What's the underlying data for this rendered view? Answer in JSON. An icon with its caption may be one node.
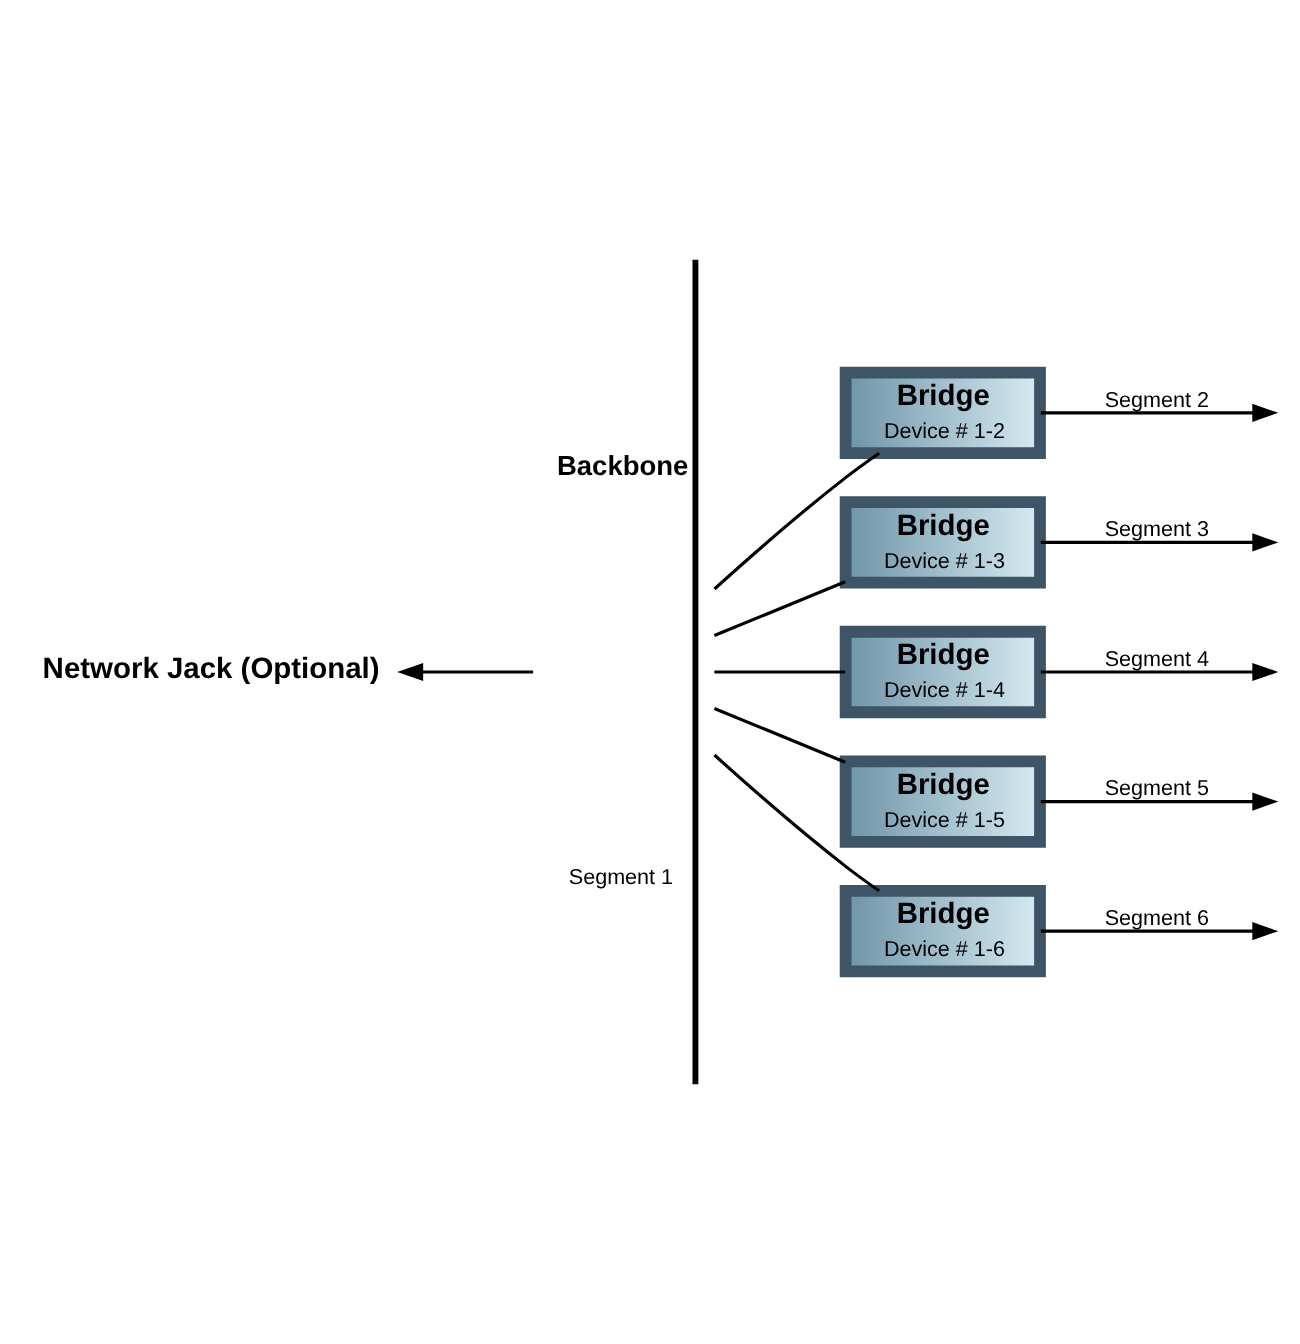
{
  "diagram": {
    "nodes": [
      {
        "text": [],
        "shape": "bar",
        "beside": [
          "Backbone",
          "Segment 1"
        ]
      },
      {
        "text": [
          "Bridge",
          "Device # 1-2"
        ]
      },
      {
        "text": [
          "Bridge",
          "Device # 1-3"
        ]
      },
      {
        "text": [
          "Bridge",
          "Device # 1-4"
        ]
      },
      {
        "text": [
          "Bridge",
          "Device # 1-5"
        ]
      },
      {
        "text": [
          "Bridge",
          "Device # 1-6"
        ]
      },
      {
        "text": [
          "Network Jack (Optional)"
        ]
      }
    ],
    "edges": [
      {
        "from": 0,
        "to": 1,
        "arrow": "none"
      },
      {
        "from": 0,
        "to": 2,
        "arrow": "none"
      },
      {
        "from": 0,
        "to": 3,
        "arrow": "none"
      },
      {
        "from": 0,
        "to": 4,
        "arrow": "none"
      },
      {
        "from": 0,
        "to": 5,
        "arrow": "none"
      },
      {
        "from": 0,
        "to": 6,
        "arrow": "to"
      },
      {
        "from": 1,
        "to": null,
        "arrow": "to",
        "label": "Segment 2"
      },
      {
        "from": 2,
        "to": null,
        "arrow": "to",
        "label": "Segment 3"
      },
      {
        "from": 3,
        "to": null,
        "arrow": "to",
        "label": "Segment 4"
      },
      {
        "from": 4,
        "to": null,
        "arrow": "to",
        "label": "Segment 5"
      },
      {
        "from": 5,
        "to": null,
        "arrow": "to",
        "label": "Segment 6"
      }
    ]
  }
}
